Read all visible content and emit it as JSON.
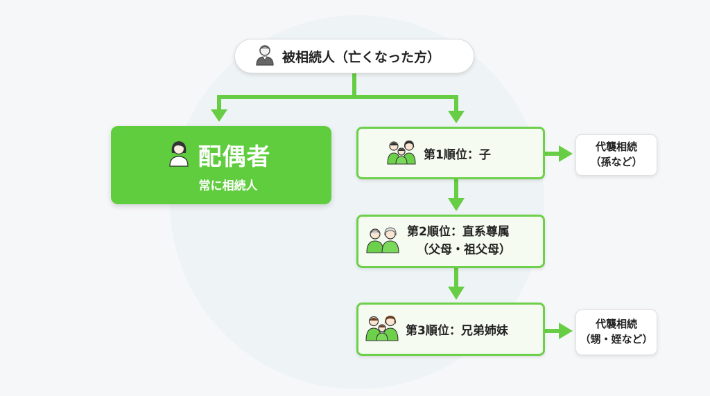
{
  "decedent": {
    "label": "被相続人（亡くなった方）",
    "icon": "elderly-person-icon"
  },
  "spouse": {
    "title": "配偶者",
    "subtitle": "常に相続人",
    "icon": "woman-icon"
  },
  "ranks": [
    {
      "label": "第1順位：子",
      "icon": "children-icon"
    },
    {
      "label_line1": "第2順位：直系尊属",
      "label_line2": "（父母・祖父母）",
      "icon": "elderly-couple-icon"
    },
    {
      "label": "第3順位：兄弟姉妹",
      "icon": "siblings-icon"
    }
  ],
  "substitutes": [
    {
      "line1": "代襲相続",
      "line2": "（孫など）"
    },
    {
      "line1": "代襲相続",
      "line2": "（甥・姪など）"
    }
  ],
  "colors": {
    "accent": "#5fcd3e",
    "border": "#6cd04a",
    "rank_fill": "#f5fbf0",
    "circle": "#eef3f5"
  }
}
